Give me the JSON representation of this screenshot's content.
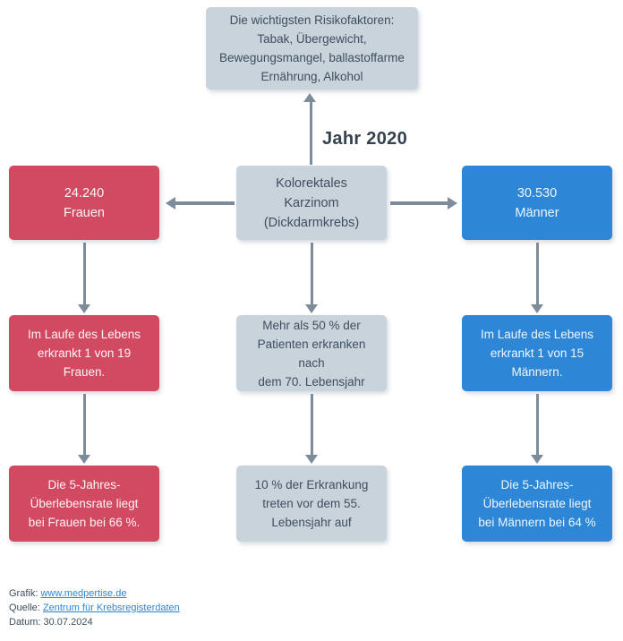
{
  "palette": {
    "red": "#d24a62",
    "blue": "#2e86d6",
    "box_gray": "#c9d3dc",
    "arrow_gray": "#7d8c9b",
    "text_dark": "#3d4f5e",
    "link_blue": "#2e86d6"
  },
  "heading": {
    "year_label": "Jahr 2020"
  },
  "risk_box": {
    "text": "Die wichtigsten Risikofaktoren:\nTabak, Übergewicht,\nBewegungsmangel, ballastoffarme\nErnährung, Alkohol"
  },
  "center_column": {
    "diagnosis": "Kolorektales\nKarzinom\n(Dickdarmkrebs)",
    "age_over_70": "Mehr als 50 % der\nPatienten erkranken nach\ndem 70. Lebensjahr",
    "age_under_55": "10 % der Erkrankung\ntreten vor dem 55.\nLebensjahr auf"
  },
  "women_column": {
    "cases": "24.240\nFrauen",
    "lifetime_risk": "Im Laufe des Lebens\nerkrankt 1 von 19\nFrauen.",
    "survival_rate": "Die 5-Jahres-\nÜberlebensrate liegt\nbei Frauen bei 66 %."
  },
  "men_column": {
    "cases": "30.530\nMänner",
    "lifetime_risk": "Im Laufe des Lebens\nerkrankt 1 von 15\nMännern.",
    "survival_rate": "Die 5-Jahres-\nÜberlebensrate liegt\nbei Männern bei 64 %"
  },
  "footer": {
    "grafik_label": "Grafik:",
    "grafik_link": "www.medpertise.de",
    "quelle_label": "Quelle:",
    "quelle_link": "Zentrum für Krebsregisterdaten",
    "datum": "Datum: 30.07.2024"
  }
}
